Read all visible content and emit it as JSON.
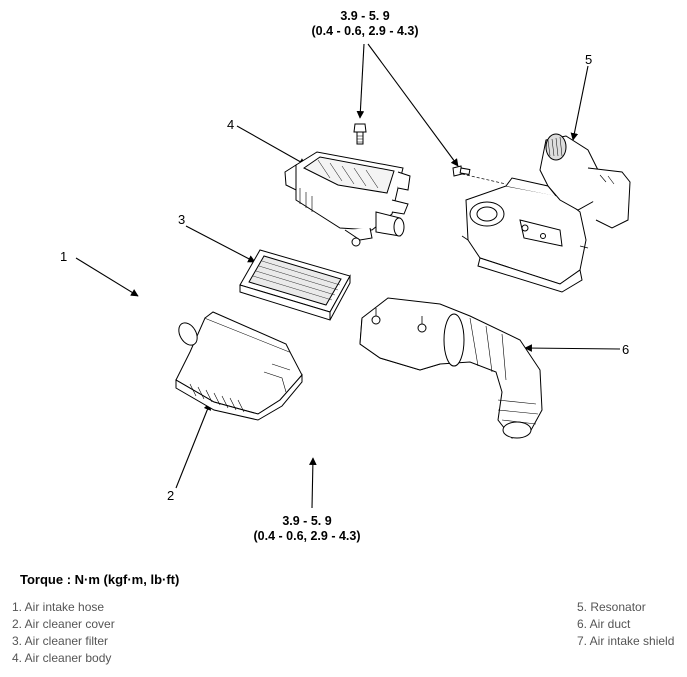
{
  "torque_top": {
    "line1": "3.9 - 5. 9",
    "line2": "(0.4 - 0.6,  2.9 - 4.3)"
  },
  "torque_bottom": {
    "line1": "3.9 - 5. 9",
    "line2": "(0.4 - 0.6,  2.9 - 4.3)"
  },
  "callouts": [
    "1",
    "2",
    "3",
    "4",
    "5",
    "6"
  ],
  "torque_unit": "Torque : N·m (kgf·m, lb·ft)",
  "legend_left": [
    "1. Air intake hose",
    "2. Air cleaner cover",
    "3. Air cleaner filter",
    "4. Air cleaner body"
  ],
  "legend_right": [
    "5. Resonator",
    "6. Air duct",
    "7. Air intake shield"
  ]
}
